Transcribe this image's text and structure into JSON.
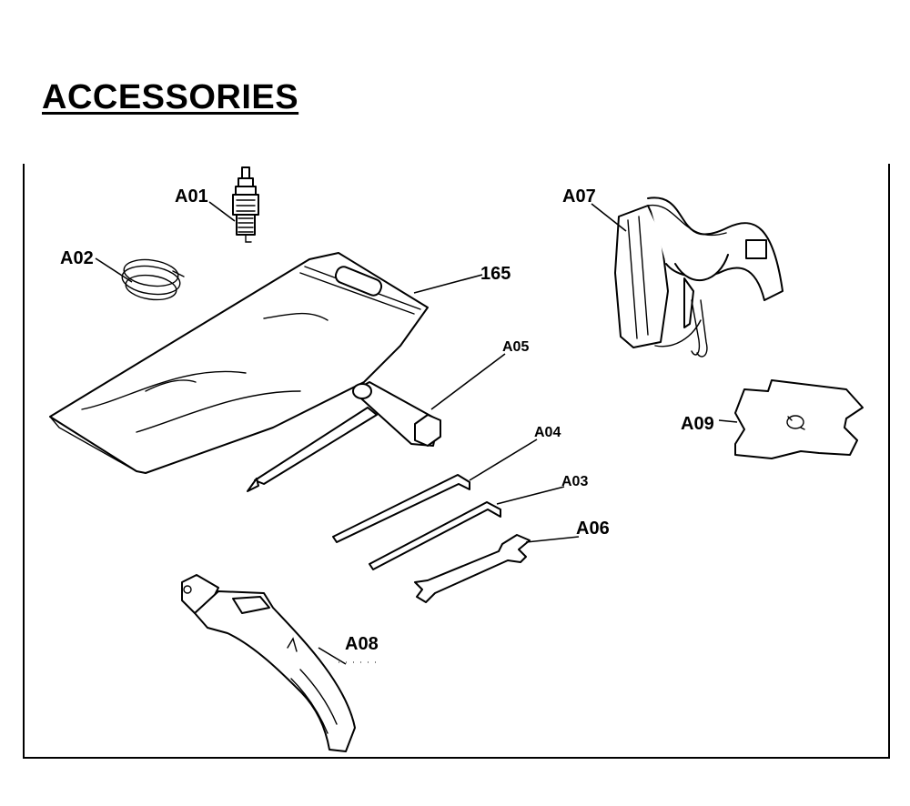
{
  "title": "ACCESSORIES",
  "labels": {
    "a01": "A01",
    "a02": "A02",
    "a03": "A03",
    "a04": "A04",
    "a05": "A05",
    "a06": "A06",
    "a07": "A07",
    "a08": "A08",
    "a09": "A09",
    "p165": "165"
  },
  "parts": [
    {
      "id": "A01",
      "icon": "spark-plug-icon"
    },
    {
      "id": "A02",
      "icon": "trimmer-line-icon"
    },
    {
      "id": "A03",
      "icon": "hex-key-small-icon"
    },
    {
      "id": "A04",
      "icon": "hex-key-large-icon"
    },
    {
      "id": "A05",
      "icon": "socket-wrench-icon"
    },
    {
      "id": "A06",
      "icon": "open-end-wrench-icon"
    },
    {
      "id": "A07",
      "icon": "shoulder-harness-icon"
    },
    {
      "id": "A08",
      "icon": "handle-grip-icon"
    },
    {
      "id": "A09",
      "icon": "blade-disc-icon"
    },
    {
      "id": "165",
      "icon": "tool-bag-icon"
    }
  ]
}
